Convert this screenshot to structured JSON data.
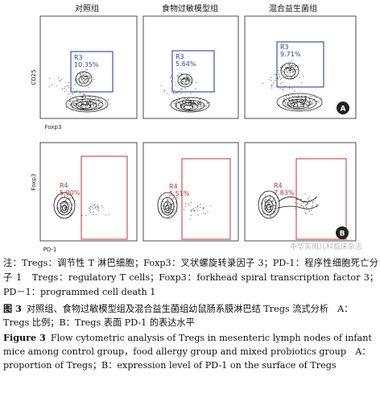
{
  "columns": [
    "对照组",
    "食物过敏模型组",
    "混合益生菌组"
  ],
  "panel_a": {
    "y_label": "CD25",
    "x_label": "Foxp3",
    "letter": "A",
    "gates": [
      {
        "name": "R3",
        "value": "10.35%"
      },
      {
        "name": "R3",
        "value": "5.64%"
      },
      {
        "name": "R3",
        "value": "9.71%"
      }
    ]
  },
  "panel_b": {
    "y_label": "Foxp3",
    "x_label": "PD-1",
    "letter": "B",
    "gates": [
      {
        "name": "R4",
        "value": "5.00%"
      },
      {
        "name": "R4",
        "value": "5.51%"
      },
      {
        "name": "R4",
        "value": "7.83%"
      }
    ]
  },
  "watermark": "中华实用儿科临床杂志",
  "caption": {
    "note": "注：Tregs：调节性 T 淋巴细胞；Foxp3：叉状螺旋转录因子 3；PD-1：程序性细胞死亡分子 1　Tregs：regulatory T cells；Foxp3：forkhead spiral transcription factor 3；PD－1：programmed cell death 1",
    "fig_cn_num": "图 3",
    "fig_cn_text": "对照组、食物过敏模型组及混合益生菌组幼鼠肠系膜淋巴结 Tregs 流式分析　A：Tregs 比例；B：Tregs 表面 PD-1 的表达水平",
    "fig_en_num": "Figure 3",
    "fig_en_text": "Flow cytometric analysis of Tregs in mesenteric lymph nodes of infant mice among control group，food allergy group and mixed probiotics group　A：proportion of Tregs；B：expression level of PD-1 on the surface of Tregs"
  }
}
